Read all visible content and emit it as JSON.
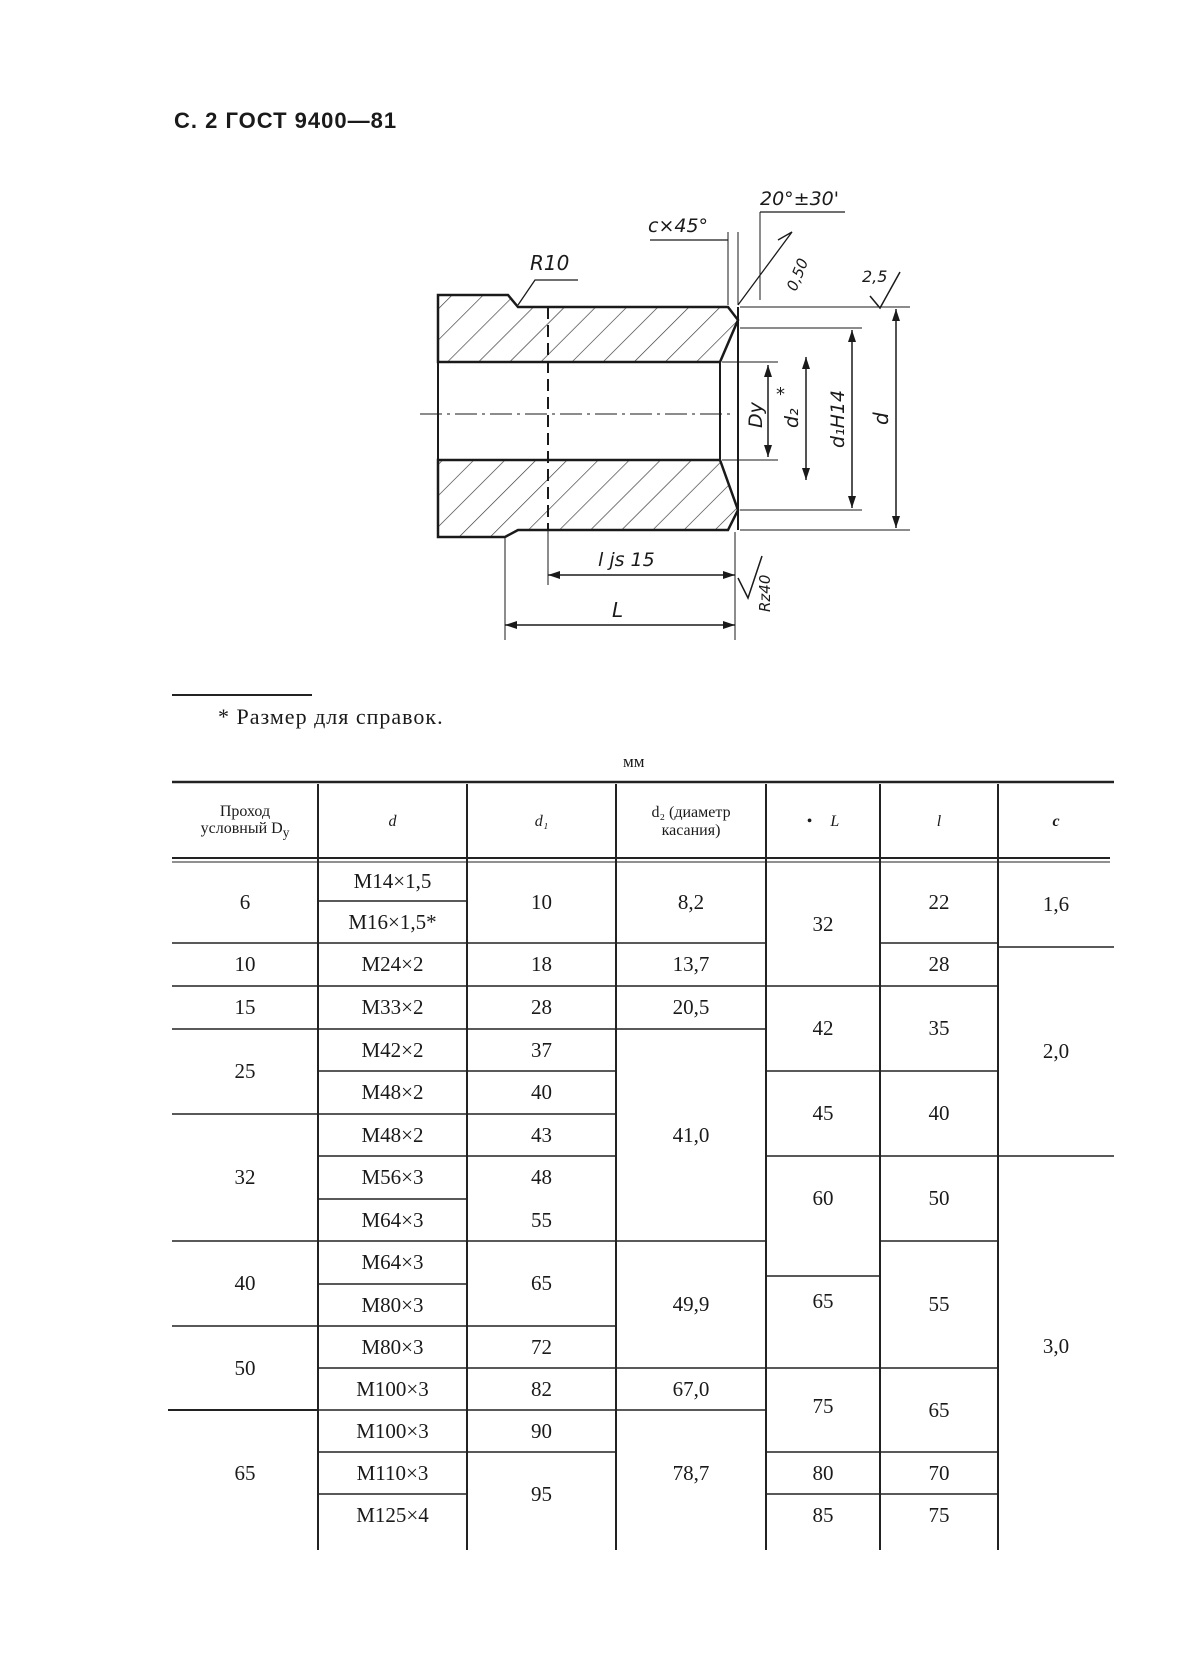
{
  "header": {
    "title": "С. 2 ГОСТ 9400—81"
  },
  "drawing": {
    "labels": {
      "chamfer": "c×45°",
      "angle": "20°±30'",
      "roughness_r10": "R10",
      "dim_050": "0,50",
      "roughness_25": "2,5",
      "dy": "Dy",
      "d2": "d₂",
      "star": "*",
      "d1": "d₁H14",
      "d": "d",
      "l": "l js 15",
      "rz": "Rz40",
      "L": "L"
    }
  },
  "footnote": {
    "text": "* Размер для справок."
  },
  "unit": "мм",
  "table": {
    "headers": {
      "dy_line1": "Проход",
      "dy_line2": "условный D",
      "dy_sub": "у",
      "d": "d",
      "d1": "d₁",
      "d2_line1": "d₂ (диаметр",
      "d2_line2": "касания)",
      "L_mark": "•",
      "L": "L",
      "l": "l",
      "c": "c"
    },
    "col_dy": [
      "6",
      "10",
      "15",
      "25",
      "32",
      "40",
      "50",
      "65"
    ],
    "col_d": [
      "M14×1,5",
      "M16×1,5*",
      "M24×2",
      "M33×2",
      "M42×2",
      "M48×2",
      "M48×2",
      "M56×3",
      "M64×3",
      "M64×3",
      "M80×3",
      "M80×3",
      "M100×3",
      "M100×3",
      "M110×3",
      "M125×4"
    ],
    "col_d1": [
      "10",
      "18",
      "28",
      "37",
      "40",
      "43",
      "48",
      "55",
      "65",
      "72",
      "82",
      "90",
      "95"
    ],
    "col_d2": [
      "8,2",
      "13,7",
      "20,5",
      "41,0",
      "49,9",
      "67,0",
      "78,7"
    ],
    "col_L": [
      "32",
      "42",
      "45",
      "60",
      "65",
      "75",
      "80",
      "85"
    ],
    "col_l": [
      "22",
      "28",
      "35",
      "40",
      "50",
      "55",
      "65",
      "70",
      "75"
    ],
    "col_c": [
      "1,6",
      "2,0",
      "3,0"
    ]
  }
}
